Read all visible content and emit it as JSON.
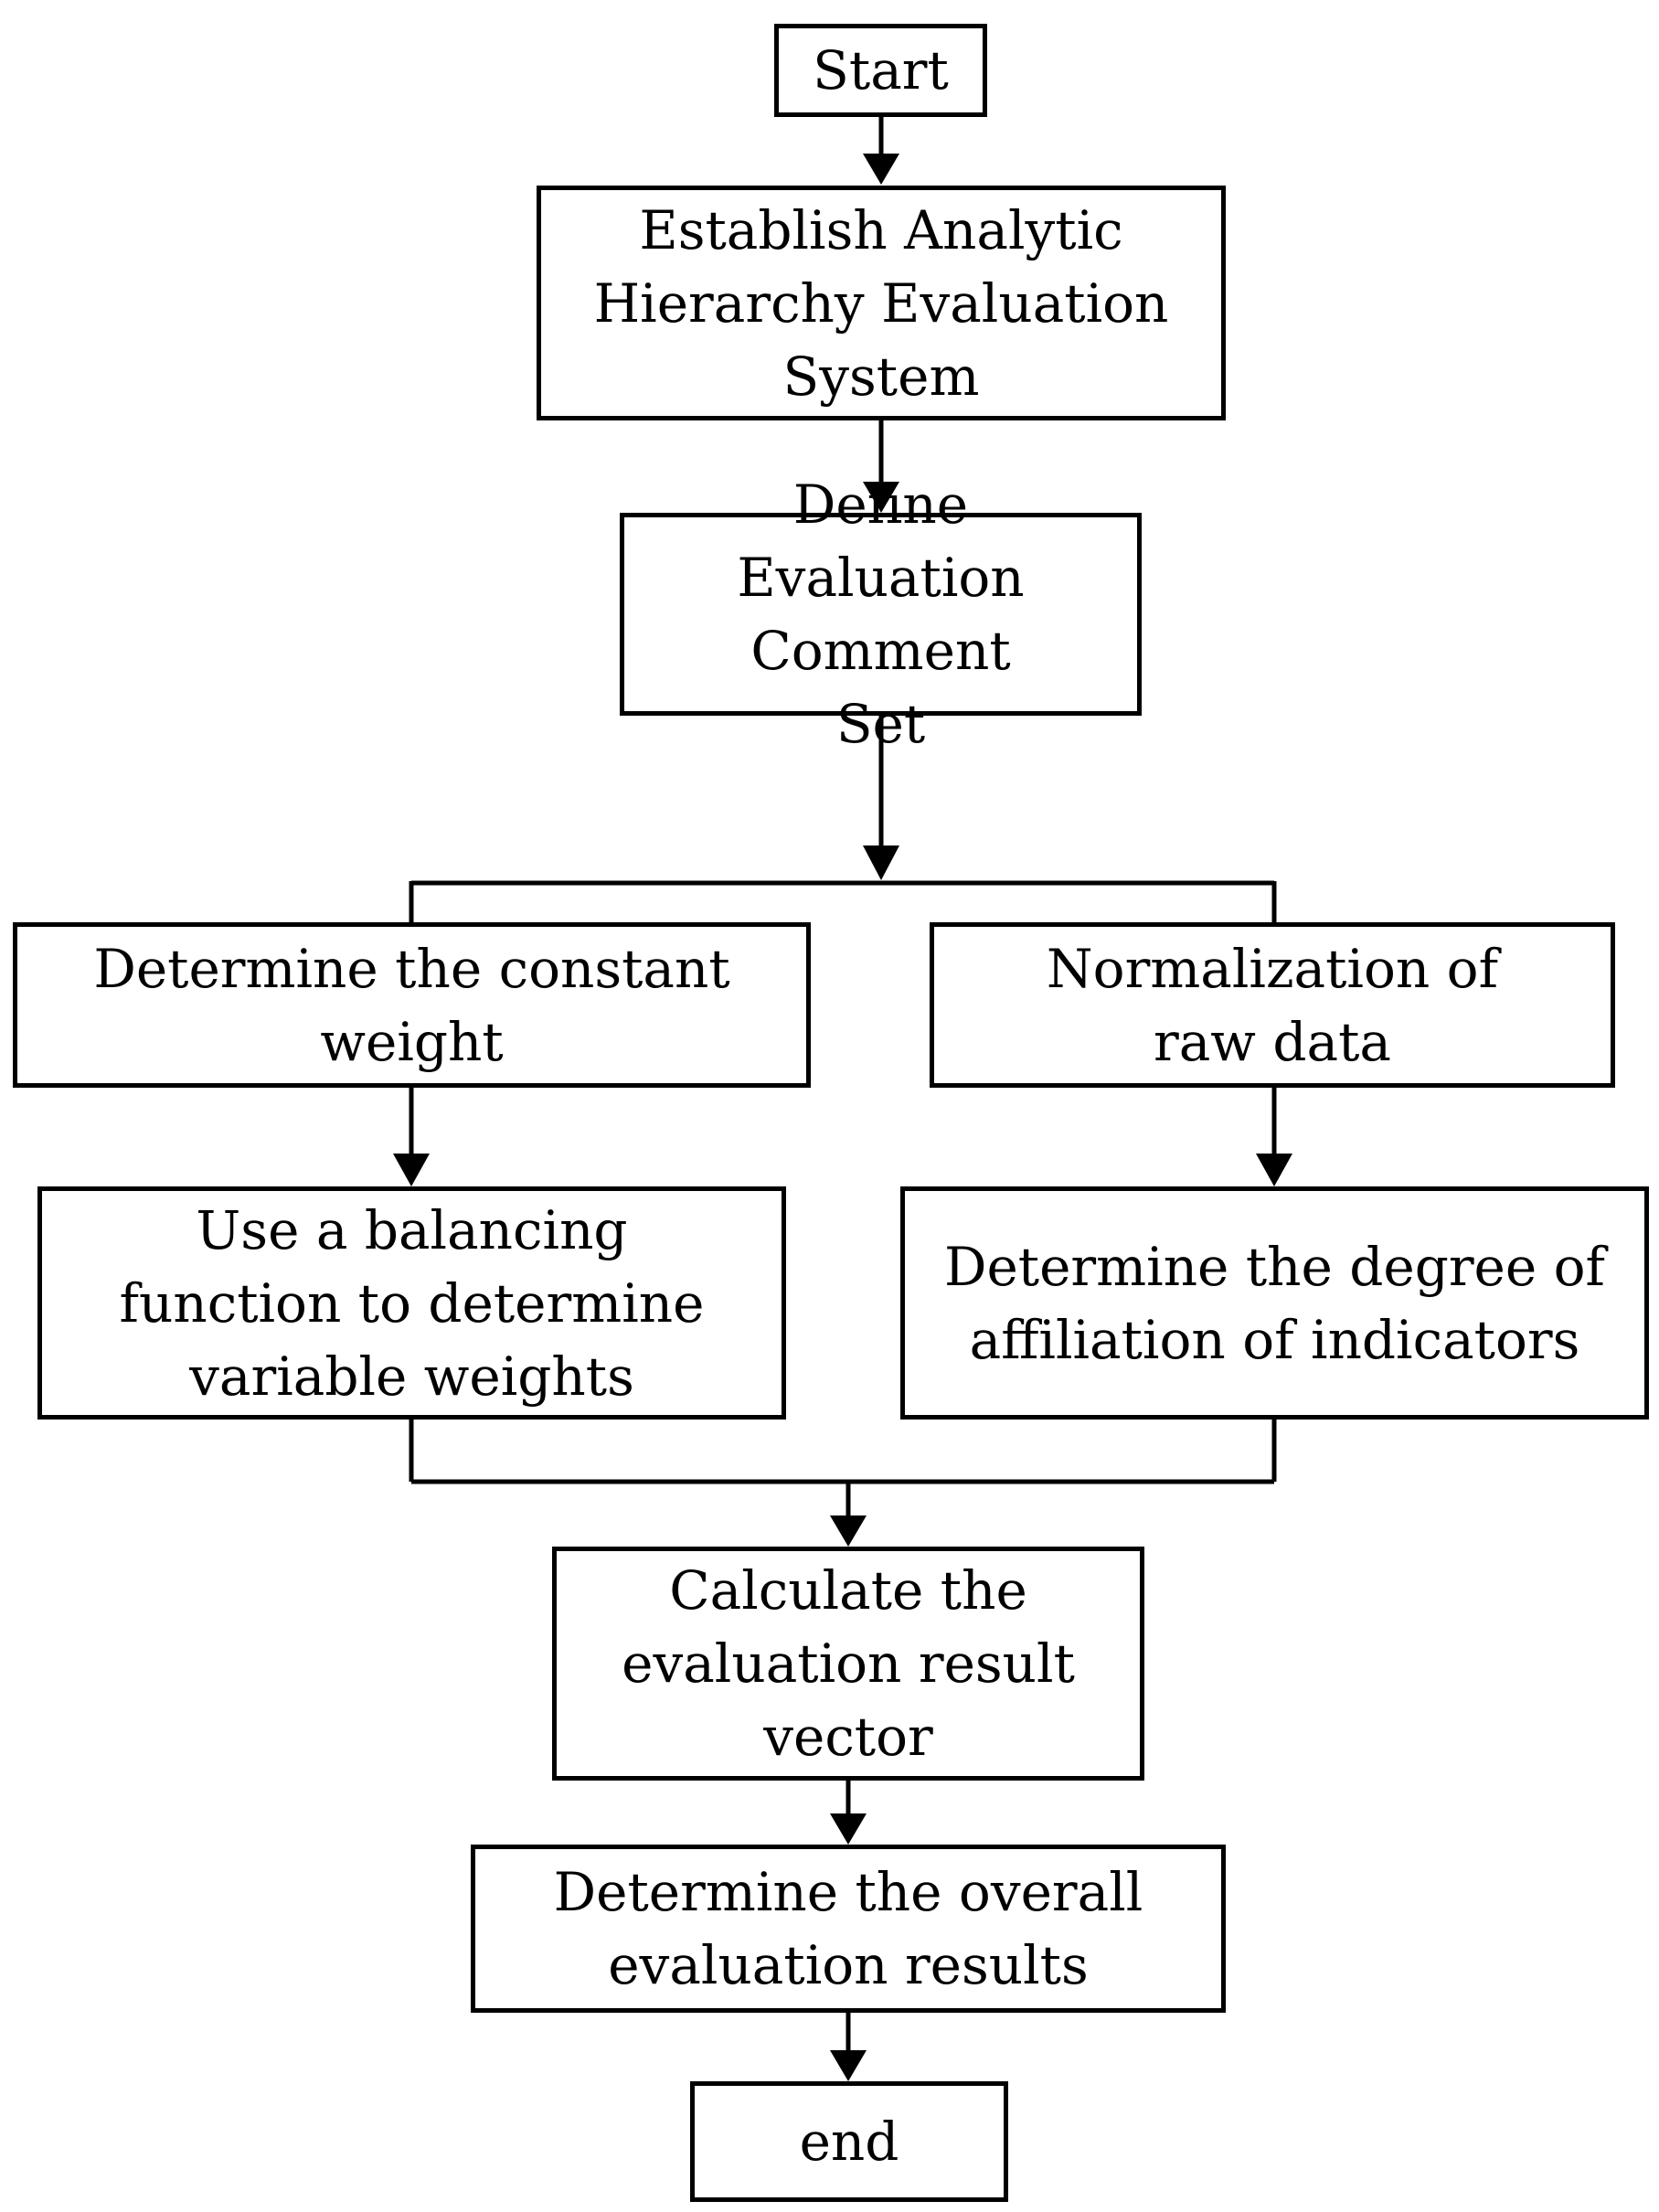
{
  "diagram": {
    "nodes": {
      "start": {
        "label": "Start"
      },
      "establish": {
        "label": "Establish Analytic Hierarchy Evaluation System"
      },
      "define": {
        "label": "Define Evaluation Comment Set"
      },
      "constant_weight": {
        "label": "Determine the constant weight"
      },
      "normalization": {
        "label": "Normalization of raw data"
      },
      "balancing": {
        "label": "Use a balancing function to determine variable weights"
      },
      "affiliation": {
        "label": "Determine the degree of affiliation of indicators"
      },
      "calculate": {
        "label": "Calculate the evaluation result vector"
      },
      "overall": {
        "label": "Determine the overall evaluation results"
      },
      "end": {
        "label": "end"
      }
    },
    "edges": [
      {
        "from": "start",
        "to": "establish"
      },
      {
        "from": "establish",
        "to": "define"
      },
      {
        "from": "define",
        "to": "constant_weight"
      },
      {
        "from": "define",
        "to": "normalization"
      },
      {
        "from": "constant_weight",
        "to": "balancing"
      },
      {
        "from": "normalization",
        "to": "affiliation"
      },
      {
        "from": "balancing",
        "to": "calculate"
      },
      {
        "from": "affiliation",
        "to": "calculate"
      },
      {
        "from": "calculate",
        "to": "overall"
      },
      {
        "from": "overall",
        "to": "end"
      }
    ]
  }
}
